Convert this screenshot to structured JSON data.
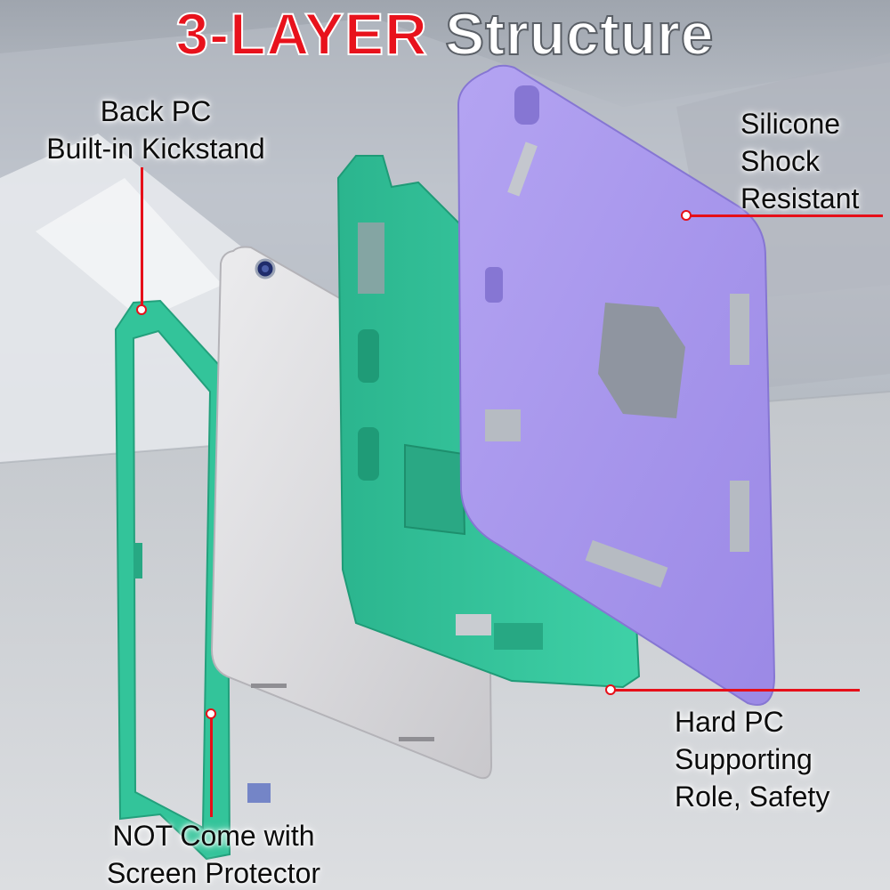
{
  "title": {
    "part_red": "3-LAYER",
    "part_white": "Structure"
  },
  "labels": {
    "back_pc": [
      "Back PC",
      "Built-in Kickstand"
    ],
    "silicone": [
      "Silicone",
      "Shock",
      "Resistant"
    ],
    "hard_pc": [
      "Hard PC",
      "Supporting",
      "Role, Safety"
    ],
    "no_protector": [
      "NOT Come with",
      "Screen Protector"
    ]
  },
  "colors": {
    "accent_red": "#e60f19",
    "frame_green": "#33c49a",
    "silicone_purple": "#a997ec",
    "tablet_silver": "#d9d8db"
  }
}
